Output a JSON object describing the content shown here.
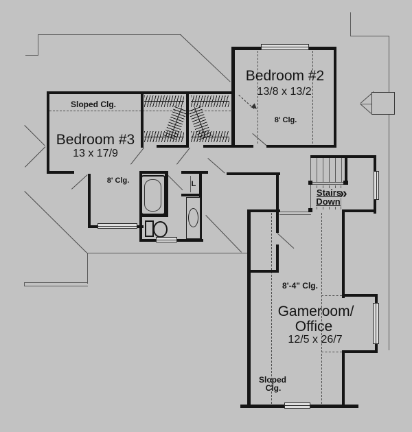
{
  "colors": {
    "background": "#c2c2c2",
    "wall": "#151515",
    "thin_line": "#5a5a5a",
    "text": "#141414"
  },
  "labels": {
    "bedroom2": {
      "name": "Bedroom #2",
      "dims": "13/8 x 13/2",
      "ceiling": "8' Clg."
    },
    "bedroom3": {
      "name": "Bedroom #3",
      "dims": "13 x 17/9",
      "sloped": "Sloped Clg."
    },
    "hall": {
      "ceiling": "8' Clg."
    },
    "gameroom": {
      "name1": "Gameroom/",
      "name2": "Office",
      "dims": "12/5 x 26/7",
      "ceiling": "8'-4\" Clg.",
      "sloped1": "Sloped",
      "sloped2": "Clg."
    },
    "stairs": {
      "line1": "Stairs",
      "line2": "Down",
      "arrow": "»"
    },
    "linen": {
      "label": "L"
    }
  }
}
